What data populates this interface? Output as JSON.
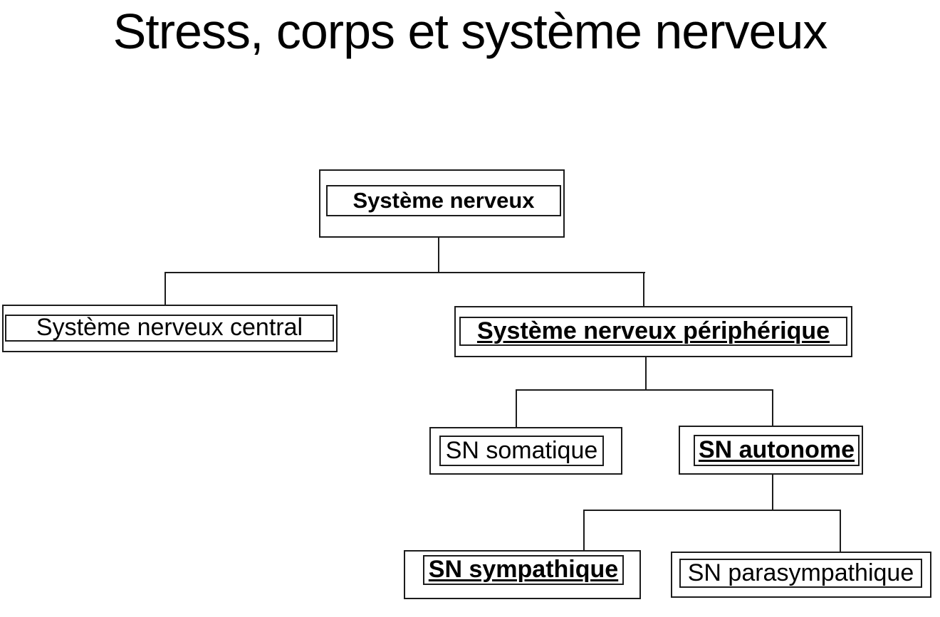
{
  "title": "Stress, corps et système nerveux",
  "diagram": {
    "type": "tree",
    "colors": {
      "line": "#1c1c1c",
      "text": "#000000",
      "background": "#ffffff"
    },
    "nodes": [
      {
        "id": "sn",
        "label": "Système nerveux",
        "emphasis": "bold",
        "parent": null
      },
      {
        "id": "snc",
        "label": "Système nerveux central",
        "emphasis": "none",
        "parent": "sn"
      },
      {
        "id": "snp",
        "label": "Système nerveux périphérique",
        "emphasis": "bold-underline",
        "parent": "sn"
      },
      {
        "id": "som",
        "label": "SN somatique",
        "emphasis": "none",
        "parent": "snp"
      },
      {
        "id": "aut",
        "label": "SN autonome",
        "emphasis": "bold-underline",
        "parent": "snp"
      },
      {
        "id": "sym",
        "label": "SN sympathique",
        "emphasis": "bold-underline",
        "parent": "aut"
      },
      {
        "id": "para",
        "label": "SN parasympathique",
        "emphasis": "none",
        "parent": "aut"
      }
    ]
  }
}
